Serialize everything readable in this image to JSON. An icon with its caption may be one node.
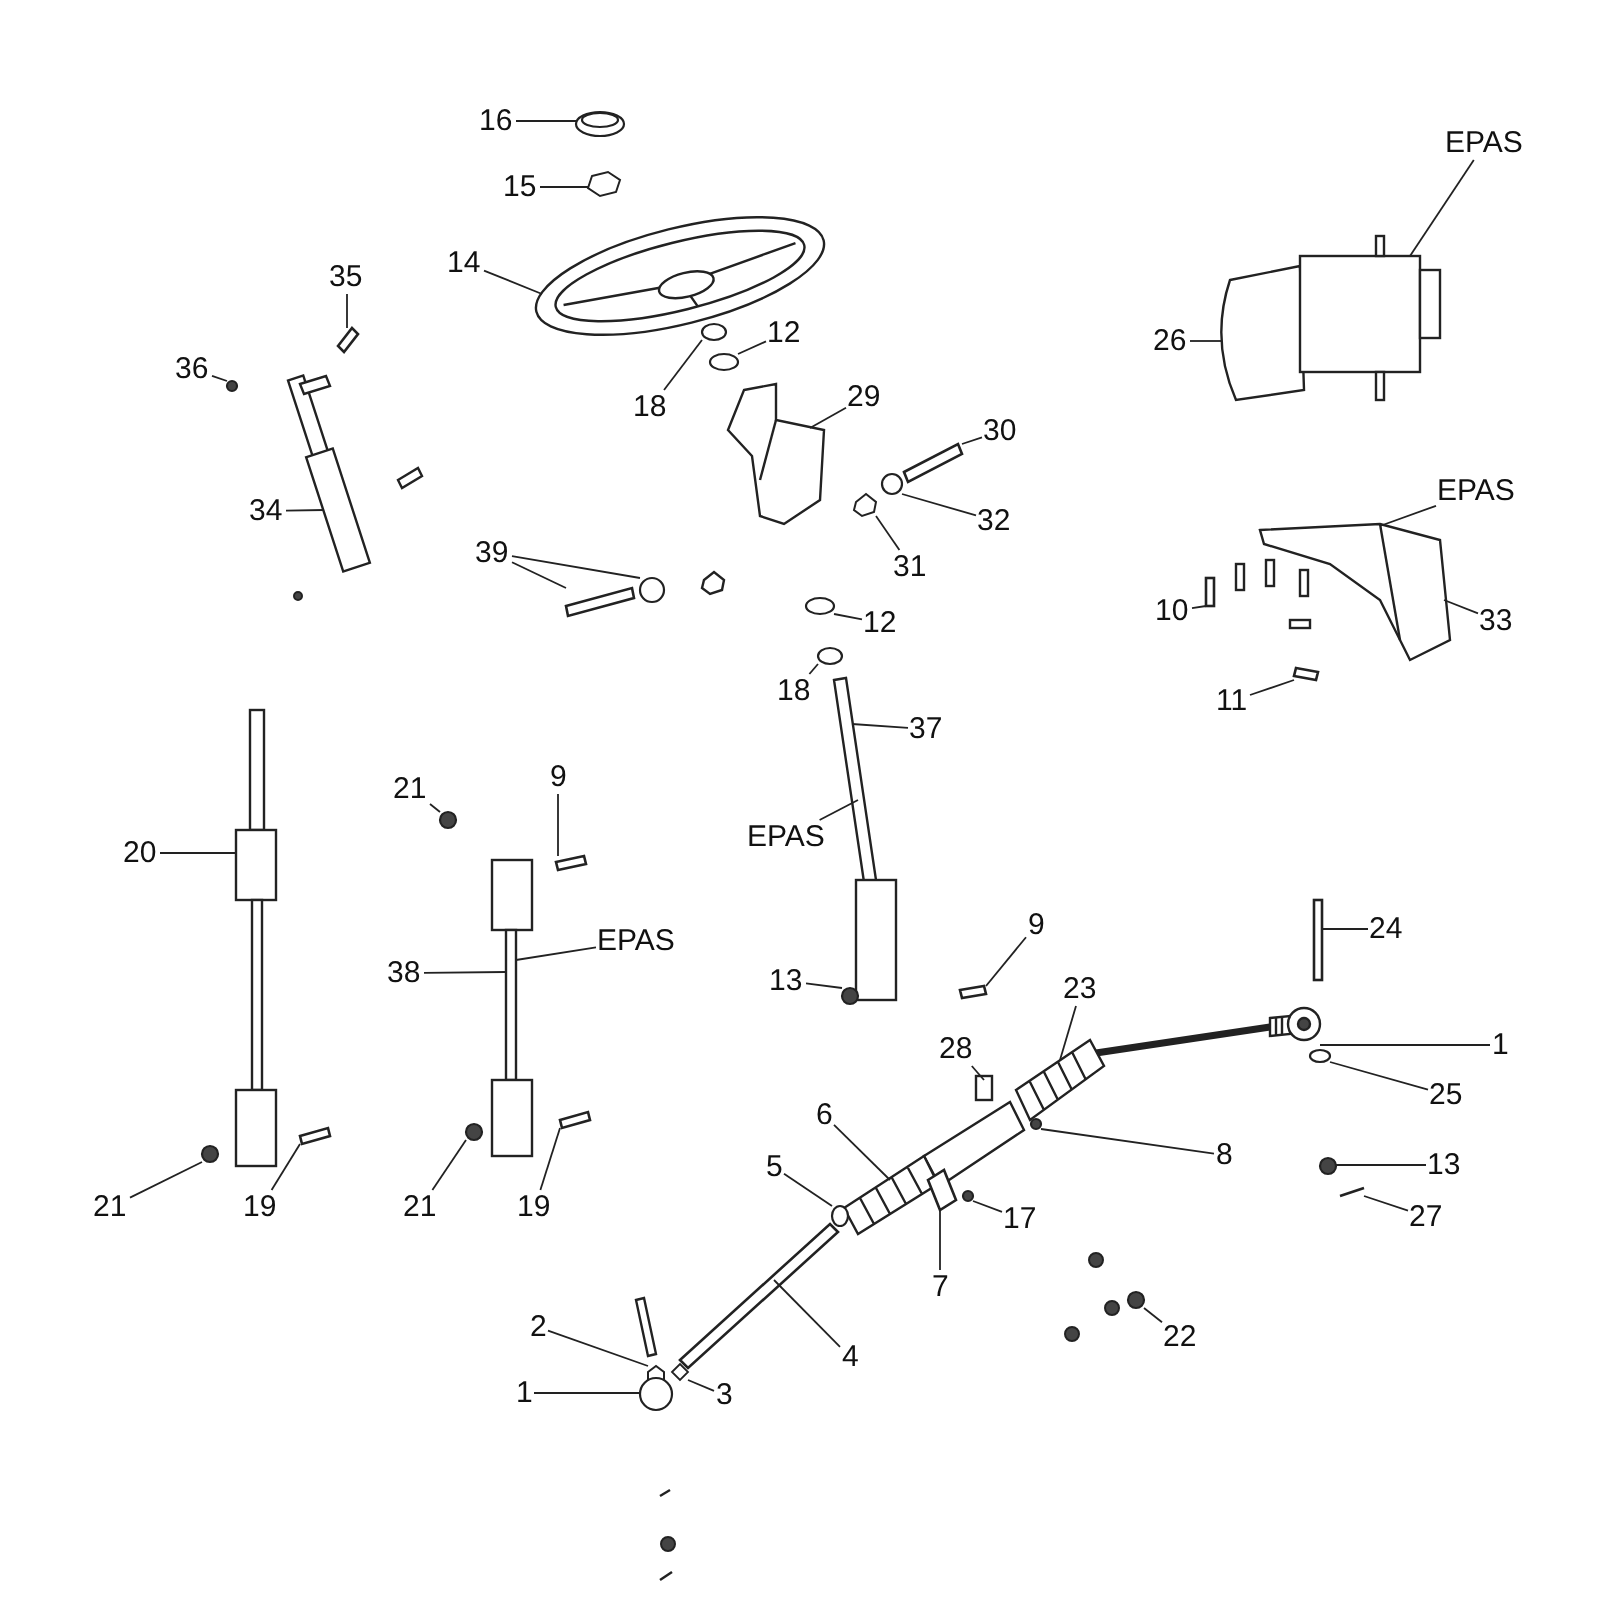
{
  "diagram": {
    "nodes": [
      {
        "text": [
          "16"
        ]
      },
      {
        "text": [
          "15"
        ]
      },
      {
        "text": [
          "14"
        ]
      },
      {
        "text": [
          "35"
        ]
      },
      {
        "text": [
          "36"
        ]
      },
      {
        "text": [
          "34"
        ]
      },
      {
        "text": [
          "12"
        ]
      },
      {
        "text": [
          "18"
        ]
      },
      {
        "text": [
          "29"
        ]
      },
      {
        "text": [
          "30"
        ]
      },
      {
        "text": [
          "32"
        ]
      },
      {
        "text": [
          "31"
        ]
      },
      {
        "text": [
          "39"
        ]
      },
      {
        "text": [
          "12"
        ]
      },
      {
        "text": [
          "18"
        ]
      },
      {
        "text": [
          "EPAS"
        ]
      },
      {
        "text": [
          "26"
        ]
      },
      {
        "text": [
          "EPAS"
        ]
      },
      {
        "text": [
          "10"
        ]
      },
      {
        "text": [
          "33"
        ]
      },
      {
        "text": [
          "11"
        ]
      },
      {
        "text": [
          "EPAS"
        ]
      },
      {
        "text": [
          "37"
        ]
      },
      {
        "text": [
          "21"
        ]
      },
      {
        "text": [
          "9"
        ]
      },
      {
        "text": [
          "20"
        ]
      },
      {
        "text": [
          "38"
        ]
      },
      {
        "text": [
          "EPAS"
        ]
      },
      {
        "text": [
          "13"
        ]
      },
      {
        "text": [
          "9"
        ]
      },
      {
        "text": [
          "24"
        ]
      },
      {
        "text": [
          "1"
        ]
      },
      {
        "text": [
          "25"
        ]
      },
      {
        "text": [
          "23"
        ]
      },
      {
        "text": [
          "28"
        ]
      },
      {
        "text": [
          "6"
        ]
      },
      {
        "text": [
          "8"
        ]
      },
      {
        "text": [
          "13"
        ]
      },
      {
        "text": [
          "27"
        ]
      },
      {
        "text": [
          "5"
        ]
      },
      {
        "text": [
          "7"
        ]
      },
      {
        "text": [
          "17"
        ]
      },
      {
        "text": [
          "22"
        ]
      },
      {
        "text": [
          "21"
        ]
      },
      {
        "text": [
          "19"
        ]
      },
      {
        "text": [
          "21"
        ]
      },
      {
        "text": [
          "19"
        ]
      },
      {
        "text": [
          "4"
        ]
      },
      {
        "text": [
          "2"
        ]
      },
      {
        "text": [
          "1"
        ]
      },
      {
        "text": [
          "3"
        ]
      },
      {
        "text": [],
        "shape": "circle"
      },
      {
        "text": [],
        "shape": "hexagon"
      },
      {
        "text": [],
        "shape": "picture"
      },
      {
        "text": [],
        "shape": "bar"
      },
      {
        "text": [],
        "shape": "circle"
      },
      {
        "text": [],
        "shape": "picture"
      },
      {
        "text": [],
        "shape": "circle"
      },
      {
        "text": [],
        "shape": "circle"
      },
      {
        "text": [],
        "shape": "picture"
      },
      {
        "text": [],
        "shape": "bar"
      },
      {
        "text": [],
        "shape": "circle"
      },
      {
        "text": [],
        "shape": "hexagon"
      },
      {
        "text": [],
        "shape": "bar"
      },
      {
        "text": [],
        "shape": "circle"
      },
      {
        "text": [],
        "shape": "circle"
      },
      {
        "text": [],
        "shape": "circle"
      },
      {
        "text": [],
        "shape": "picture"
      },
      {
        "text": [],
        "shape": "picture"
      },
      {
        "text": [],
        "shape": "bar"
      },
      {
        "text": [],
        "shape": "bar"
      },
      {
        "text": [],
        "shape": "picture"
      },
      {
        "text": [],
        "shape": "circle"
      },
      {
        "text": [],
        "shape": "bar"
      },
      {
        "text": [],
        "shape": "picture"
      },
      {
        "text": [],
        "shape": "picture"
      },
      {
        "text": [],
        "shape": "circle"
      },
      {
        "text": [],
        "shape": "bar"
      },
      {
        "text": [],
        "shape": "bar"
      },
      {
        "text": [],
        "shape": "picture"
      },
      {
        "text": [],
        "shape": "circle"
      },
      {
        "text": [],
        "shape": "picture"
      },
      {
        "text": [],
        "shape": "picture"
      },
      {
        "text": [],
        "shape": "picture"
      },
      {
        "text": [],
        "shape": "circle"
      },
      {
        "text": [],
        "shape": "circle"
      },
      {
        "text": [],
        "shape": "bar"
      },
      {
        "text": [],
        "shape": "circle"
      },
      {
        "text": [],
        "shape": "bar"
      },
      {
        "text": [],
        "shape": "circle"
      },
      {
        "text": [],
        "shape": "circle"
      },
      {
        "text": [],
        "shape": "circle"
      },
      {
        "text": [],
        "shape": "bar"
      },
      {
        "text": [],
        "shape": "circle"
      },
      {
        "text": [],
        "shape": "bar"
      },
      {
        "text": [],
        "shape": "bar"
      },
      {
        "text": [],
        "shape": "hexagon"
      },
      {
        "text": [],
        "shape": "circle"
      },
      {
        "text": [],
        "shape": "diamond"
      }
    ],
    "edges": [
      {
        "from": 0,
        "to": 51,
        "arrow": "none"
      },
      {
        "from": 1,
        "to": 52,
        "arrow": "none"
      },
      {
        "from": 2,
        "to": 53,
        "arrow": "none"
      },
      {
        "from": 3,
        "to": 54,
        "arrow": "none"
      },
      {
        "from": 4,
        "to": 55,
        "arrow": "none"
      },
      {
        "from": 5,
        "to": 56,
        "arrow": "none"
      },
      {
        "from": 6,
        "to": 57,
        "arrow": "none"
      },
      {
        "from": 7,
        "to": 58,
        "arrow": "none"
      },
      {
        "from": 8,
        "to": 59,
        "arrow": "none"
      },
      {
        "from": 9,
        "to": 60,
        "arrow": "none"
      },
      {
        "from": 10,
        "to": 61,
        "arrow": "none"
      },
      {
        "from": 11,
        "to": 62,
        "arrow": "none"
      },
      {
        "from": 12,
        "to": 63,
        "arrow": "none"
      },
      {
        "from": 12,
        "to": 64,
        "arrow": "none"
      },
      {
        "from": 13,
        "to": 65,
        "arrow": "none"
      },
      {
        "from": 14,
        "to": 66,
        "arrow": "none"
      },
      {
        "from": 15,
        "to": 67,
        "arrow": "none"
      },
      {
        "from": 16,
        "to": 67,
        "arrow": "none"
      },
      {
        "from": 17,
        "to": 68,
        "arrow": "none"
      },
      {
        "from": 18,
        "to": 69,
        "arrow": "none"
      },
      {
        "from": 19,
        "to": 68,
        "arrow": "none"
      },
      {
        "from": 20,
        "to": 70,
        "arrow": "none"
      },
      {
        "from": 21,
        "to": 71,
        "arrow": "none"
      },
      {
        "from": 22,
        "to": 71,
        "arrow": "none"
      },
      {
        "from": 23,
        "to": 72,
        "arrow": "none"
      },
      {
        "from": 24,
        "to": 73,
        "arrow": "none"
      },
      {
        "from": 25,
        "to": 74,
        "arrow": "none"
      },
      {
        "from": 26,
        "to": 75,
        "arrow": "none"
      },
      {
        "from": 27,
        "to": 75,
        "arrow": "none"
      },
      {
        "from": 28,
        "to": 76,
        "arrow": "none"
      },
      {
        "from": 29,
        "to": 77,
        "arrow": "none"
      },
      {
        "from": 30,
        "to": 78,
        "arrow": "none"
      },
      {
        "from": 31,
        "to": 79,
        "arrow": "none"
      },
      {
        "from": 32,
        "to": 80,
        "arrow": "none"
      },
      {
        "from": 33,
        "to": 81,
        "arrow": "none"
      },
      {
        "from": 34,
        "to": 82,
        "arrow": "none"
      },
      {
        "from": 35,
        "to": 83,
        "arrow": "none"
      },
      {
        "from": 36,
        "to": 84,
        "arrow": "none"
      },
      {
        "from": 37,
        "to": 85,
        "arrow": "none"
      },
      {
        "from": 38,
        "to": 86,
        "arrow": "none"
      },
      {
        "from": 39,
        "to": 87,
        "arrow": "none"
      },
      {
        "from": 40,
        "to": 88,
        "arrow": "none"
      },
      {
        "from": 41,
        "to": 89,
        "arrow": "none"
      },
      {
        "from": 42,
        "to": 90,
        "arrow": "none"
      },
      {
        "from": 43,
        "to": 91,
        "arrow": "none"
      },
      {
        "from": 44,
        "to": 92,
        "arrow": "none"
      },
      {
        "from": 45,
        "to": 93,
        "arrow": "none"
      },
      {
        "from": 46,
        "to": 94,
        "arrow": "none"
      },
      {
        "from": 47,
        "to": 95,
        "arrow": "none"
      },
      {
        "from": 48,
        "to": 96,
        "arrow": "none"
      },
      {
        "from": 49,
        "to": 97,
        "arrow": "none"
      },
      {
        "from": 50,
        "to": 98,
        "arrow": "none"
      }
    ]
  }
}
